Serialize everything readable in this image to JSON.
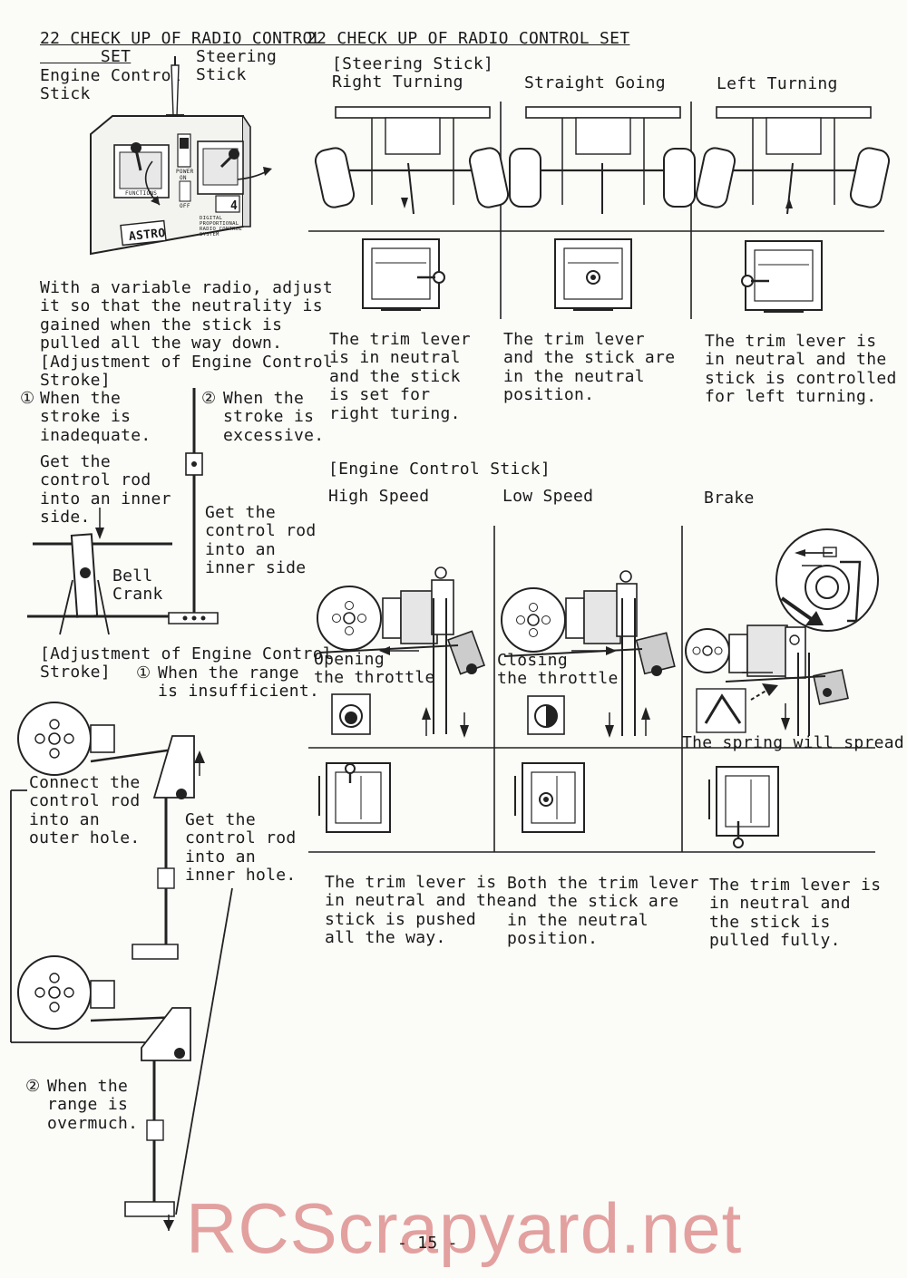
{
  "header": {
    "left_title": "22 CHECK UP OF RADIO CONTROL\n      SET",
    "right_title": "22 CHECK UP OF RADIO CONTROL SET"
  },
  "transmitter": {
    "engine_label": "Engine Control\nStick",
    "steering_label": "Steering\nStick",
    "brand": "ASTRO",
    "functions_label": "FUNCTIONS",
    "power_label": "POWER",
    "on_label": "ON",
    "off_label": "OFF",
    "model_number": "4",
    "spec_text": "DIGITAL\nPROPORTIONAL\nRADIO CONTROL\nSYSTEM"
  },
  "left_column": {
    "intro": "With a variable radio, adjust\nit so that the neutrality is\ngained when the stick is\npulled all the way down.\n[Adjustment of Engine Control\nStroke]",
    "case1": "When the\nstroke is\ninadequate.",
    "case1_num": "①",
    "case2": "When the\nstroke is\nexcessive.",
    "case2_num": "②",
    "get_inner_side_1": "Get the\ncontrol rod\ninto an inner\nside.",
    "bell_crank": "Bell\nCrank",
    "get_inner_side_2": "Get the\ncontrol rod\ninto an\ninner side",
    "range_heading": "[Adjustment of Engine Control\nStroke]",
    "range_case1_num": "①",
    "range_case1": "When the range\nis insufficient.",
    "outer_hole": "Connect the\ncontrol rod\ninto an\nouter hole.",
    "inner_hole": "Get the\ncontrol rod\ninto an\ninner hole.",
    "range_case2_num": "②",
    "range_case2": "When the\nrange is\novermuch."
  },
  "steering": {
    "heading": "[Steering Stick]",
    "columns": [
      {
        "title": "Right Turning",
        "caption": "The trim lever\nis in neutral\nand the stick\nis set for\nright turing."
      },
      {
        "title": "Straight Going",
        "caption": "The trim lever\nand the stick are\nin the neutral\nposition."
      },
      {
        "title": "Left Turning",
        "caption": "The trim lever is\nin neutral and the\nstick is controlled\nfor left turning."
      }
    ]
  },
  "engine": {
    "heading": "[Engine Control Stick]",
    "columns": [
      {
        "title": "High Speed",
        "note": "Opening\nthe throttle",
        "caption": "The trim lever is\nin neutral and the\nstick is pushed\nall the way."
      },
      {
        "title": "Low Speed",
        "note": "Closing\nthe throttle",
        "caption": "Both the trim lever\nand the stick are\nin the neutral\nposition."
      },
      {
        "title": "Brake",
        "note": "The spring will spread.",
        "caption": "The trim lever is\nin neutral and\nthe stick is\npulled fully."
      }
    ]
  },
  "footer": {
    "page_number": "- 15 -",
    "watermark": "RCScrapyard.net"
  }
}
